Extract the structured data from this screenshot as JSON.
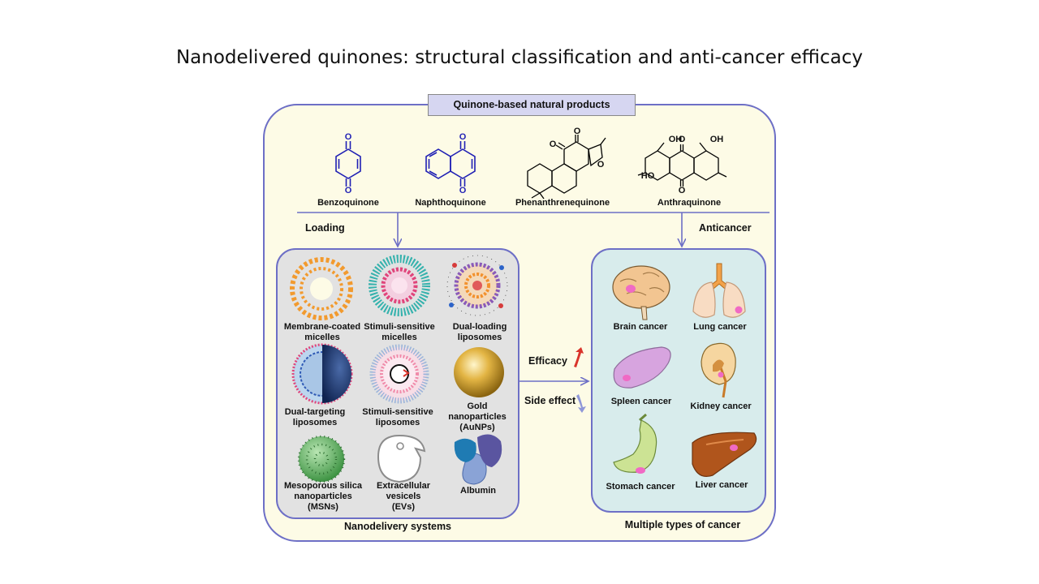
{
  "slide": {
    "title": "Nanodelivered quinones: structural classification and anti-cancer efficacy"
  },
  "header": {
    "label": "Quinone-based natural products"
  },
  "quinones": [
    {
      "name": "Benzoquinone"
    },
    {
      "name": "Naphthoquinone"
    },
    {
      "name": "Phenanthrenequinone"
    },
    {
      "name": "Anthraquinone",
      "substituents": [
        "OH",
        "OH",
        "HO"
      ]
    }
  ],
  "atom_label": "O",
  "flow": {
    "loading": "Loading",
    "anticancer": "Anticancer",
    "efficacy": "Efficacy",
    "side_effect": "Side effect"
  },
  "nanodelivery": {
    "caption": "Nanodelivery systems",
    "items": [
      {
        "lines": [
          "Membrane-coated",
          "micelles"
        ]
      },
      {
        "lines": [
          "Stimuli-sensitive",
          "micelles"
        ]
      },
      {
        "lines": [
          "Dual-loading",
          "liposomes"
        ]
      },
      {
        "lines": [
          "Dual-targeting",
          "liposomes"
        ]
      },
      {
        "lines": [
          "Stimuli-sensitive",
          "liposomes"
        ]
      },
      {
        "lines": [
          "Gold",
          "nanoparticles",
          "(AuNPs)"
        ]
      },
      {
        "lines": [
          "Mesoporous silica",
          "nanoparticles",
          "(MSNs)"
        ]
      },
      {
        "lines": [
          "Extracellular",
          "vesicels",
          "(EVs)"
        ]
      },
      {
        "lines": [
          "Albumin"
        ]
      }
    ]
  },
  "cancers": {
    "caption": "Multiple types of cancer",
    "items": [
      {
        "name": "Brain cancer"
      },
      {
        "name": "Lung cancer"
      },
      {
        "name": "Spleen cancer"
      },
      {
        "name": "Kidney cancer"
      },
      {
        "name": "Stomach cancer"
      },
      {
        "name": "Liver cancer"
      }
    ]
  },
  "colors": {
    "frame": "#6d6fc6",
    "chem": "#1f1fb4",
    "outer_fill": "#fdfbe6",
    "left_panel": "#e2e2e2",
    "right_panel": "#d8ecec",
    "header_fill": "#d6d6f1",
    "efficacy_up": "#d9342b",
    "side_effect_down": "#8f97d8"
  }
}
